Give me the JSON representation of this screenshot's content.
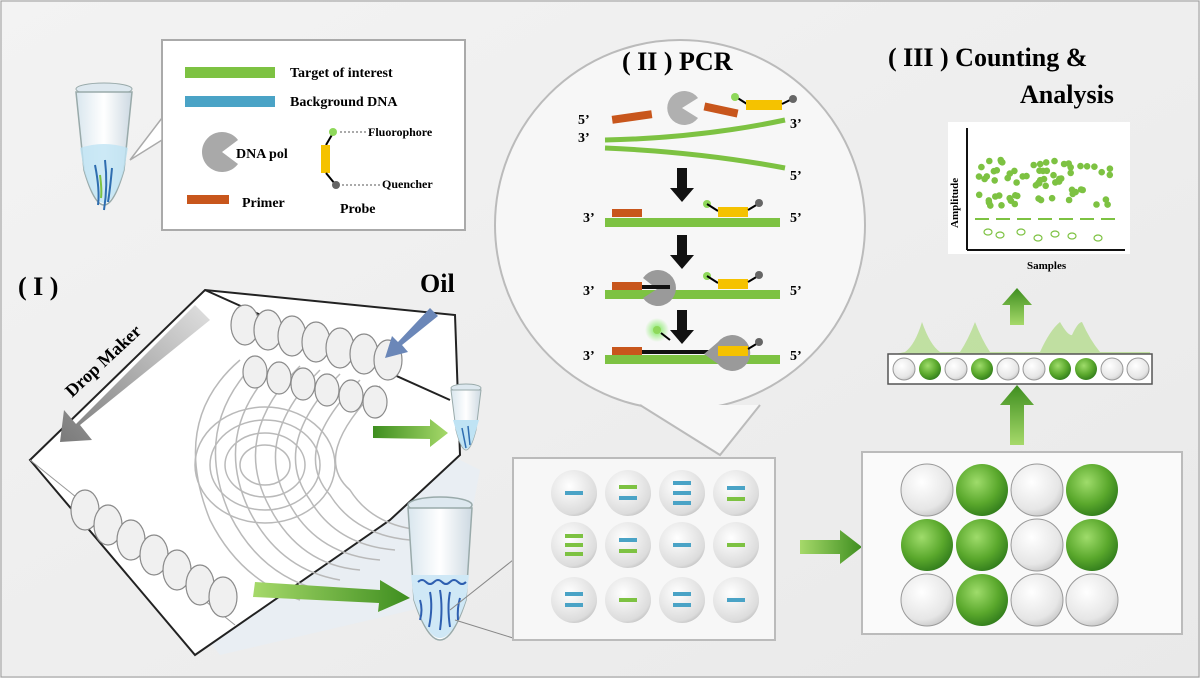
{
  "legend": {
    "target": "Target of interest",
    "background": "Background DNA",
    "fluorophore": "Fluorophore",
    "dna_pol": "DNA pol",
    "quencher": "Quencher",
    "primer": "Primer",
    "probe": "Probe"
  },
  "section1": {
    "label": "( I )",
    "drop_maker": "Drop Maker",
    "oil": "Oil"
  },
  "section2": {
    "label": "( II )  PCR",
    "end5": "5’",
    "end3": "3’"
  },
  "section3": {
    "line1": "( III )  Counting &",
    "line2": "Analysis",
    "xlabel": "Samples",
    "ylabel": "Amplitude"
  },
  "colors": {
    "green": "#7dc242",
    "blue": "#4aa3c6",
    "orange": "#c8561c",
    "yellow": "#f5c200",
    "gray": "#a9a9a9",
    "panel_bg": "#f2f2f2"
  },
  "icons": [
    "tube-icon",
    "dna-pol-icon",
    "probe-icon",
    "arrow-icon",
    "droplet-icon"
  ]
}
